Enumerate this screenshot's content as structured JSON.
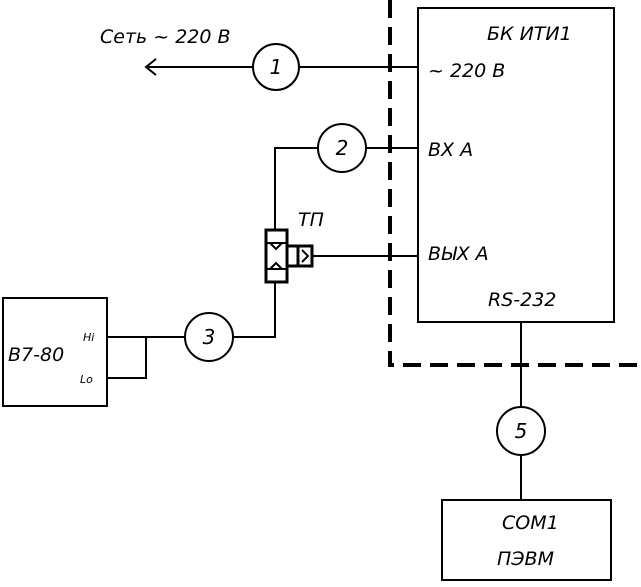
{
  "mains_label": "Сеть ~ 220 В",
  "bk_unit": {
    "title": "БК ИТИ1",
    "power_port": "~ 220 В",
    "input_port": "ВХ А",
    "output_port": "ВЫХ А",
    "serial_port": "RS-232"
  },
  "thermocouple_label": "ТП",
  "voltmeter": {
    "title": "В7-80",
    "hi_terminal": "Hi",
    "lo_terminal": "Lo"
  },
  "pc": {
    "port": "COM1",
    "title": "ПЭВМ"
  },
  "cables": [
    "1",
    "2",
    "3",
    "5"
  ]
}
